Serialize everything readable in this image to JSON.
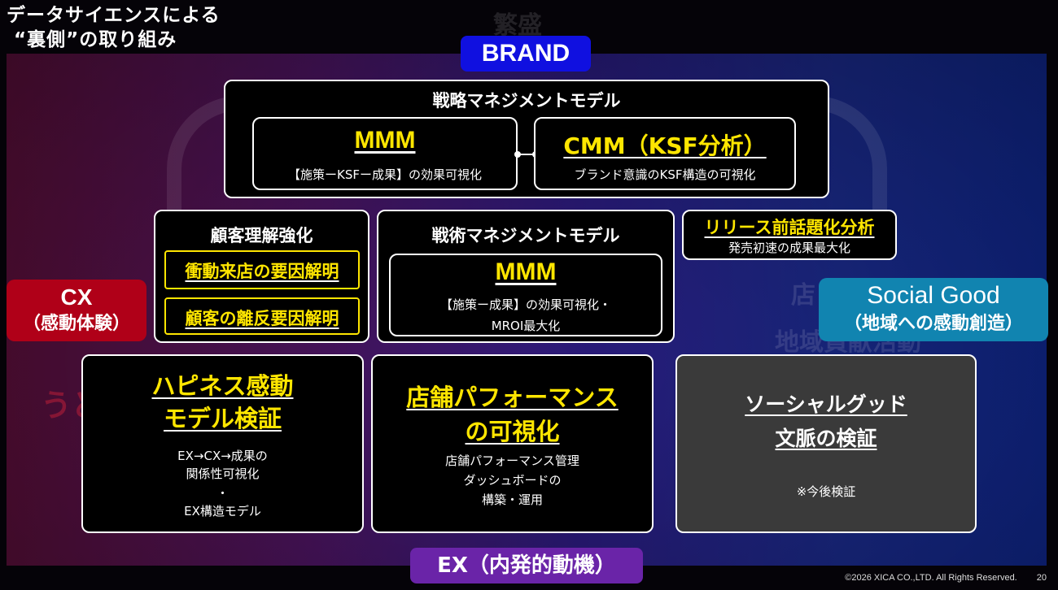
{
  "slide": {
    "title_line1": "データサイエンスによる",
    "title_line2": " “裏側”の取り組み",
    "background_words": [
      "繁盛",
      "店",
      "地域貢献活動",
      "うど"
    ],
    "brand_label": "BRAND",
    "ex_label": "EX（内発的動機）",
    "cx_line1": "CX",
    "cx_line2": "（感動体験）",
    "sg_line1": "Social Good",
    "sg_line2": "（地域への感動創造）",
    "strategy_model": {
      "title": "戦略マネジメントモデル",
      "mmm_title": "MMM",
      "mmm_desc": "【施策ーKSFー成果】の効果可視化",
      "cmm_title": "CMM（KSF分析）",
      "cmm_desc": "ブランド意識のKSF構造の可視化"
    },
    "customer": {
      "title": "顧客理解強化",
      "item1": "衝動来店の要因解明",
      "item2": "顧客の離反要因解明"
    },
    "tactical_model": {
      "title": "戦術マネジメントモデル",
      "mmm_title": "MMM",
      "desc_line1": "【施策ー成果】の効果可視化・",
      "desc_line2": "MROI最大化"
    },
    "release": {
      "title": "リリース前話題化分析",
      "desc": "発売初速の成果最大化"
    },
    "happiness": {
      "title_line1": "ハピネス感動",
      "title_line2": "モデル検証",
      "desc_line1": "EX→CX→成果の",
      "desc_line2": "関係性可視化",
      "desc_line3": "・",
      "desc_line4": "EX構造モデル"
    },
    "store": {
      "title_line1": "店舗パフォーマンス",
      "title_line2": "の可視化",
      "desc_line1": "店舗パフォーマンス管理",
      "desc_line2": "ダッシュボードの",
      "desc_line3": "構築・運用"
    },
    "social": {
      "title_line1": "ソーシャルグッド",
      "title_line2": "文脈の検証",
      "note": "※今後検証"
    },
    "footer": {
      "copyright": "©2026 XICA CO.,LTD. All Rights Reserved.",
      "page_number": "20"
    }
  }
}
